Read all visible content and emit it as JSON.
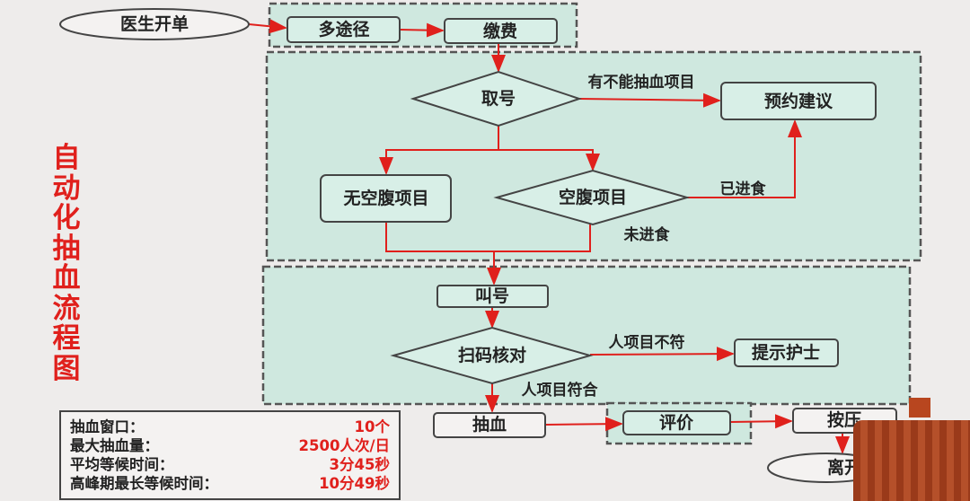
{
  "title": [
    "自",
    "动",
    "化",
    "抽",
    "血",
    "流",
    "程",
    "图"
  ],
  "nodes": {
    "start": "医生开单",
    "multi_channel": "多途径",
    "pay": "缴费",
    "take_number": "取号",
    "appointment": "预约建议",
    "non_fasting": "无空腹项目",
    "fasting": "空腹项目",
    "call_number": "叫号",
    "scan_check": "扫码核对",
    "remind_nurse": "提示护士",
    "draw_blood": "抽血",
    "evaluate": "评价",
    "press": "按压",
    "leave": "离开"
  },
  "edge_labels": {
    "cannot_draw": "有不能抽血项目",
    "has_eaten": "已进食",
    "not_eaten": "未进食",
    "mismatch": "人项目不符",
    "match": "人项目符合"
  },
  "stats": [
    {
      "label": "抽血窗口：",
      "value": "10个"
    },
    {
      "label": "最大抽血量：",
      "value": "2500人次/日"
    },
    {
      "label": "平均等候时间：",
      "value": "3分45秒"
    },
    {
      "label": "高峰期最长等候时间：",
      "value": "10分49秒"
    }
  ],
  "colors": {
    "accent": "#e0201c",
    "group_fill": "#cfe8df",
    "node_fill": "#d8efe7",
    "border": "#444444"
  }
}
